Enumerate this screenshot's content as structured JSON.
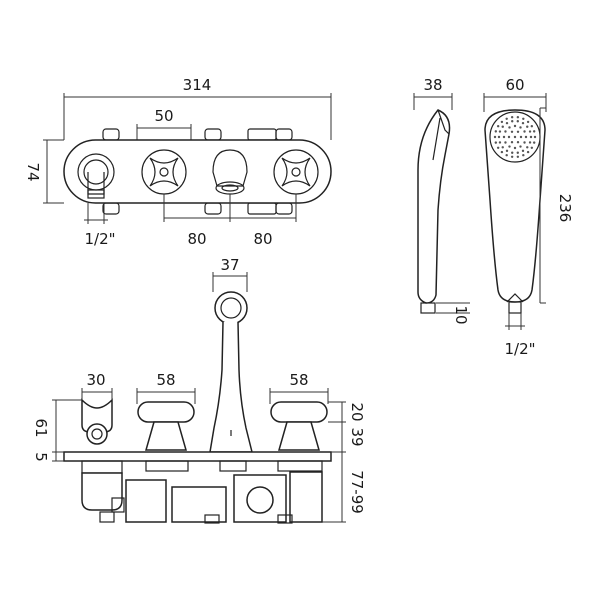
{
  "dimensions": {
    "top_width": "314",
    "top_height": "74",
    "top_spacing": "50",
    "top_inlet": "1/2\"",
    "top_pitch_left": "80",
    "top_pitch_right": "80",
    "handset_depth": "38",
    "handset_width": "60",
    "handset_length": "236",
    "handset_tip": "10",
    "handset_inlet": "1/2\"",
    "front_spout": "37",
    "front_holder": "30",
    "front_handle_left": "58",
    "front_handle_right": "58",
    "front_h_61": "61",
    "front_h_5": "5",
    "front_h_20": "20",
    "front_h_39": "39",
    "front_body": "77-99"
  }
}
